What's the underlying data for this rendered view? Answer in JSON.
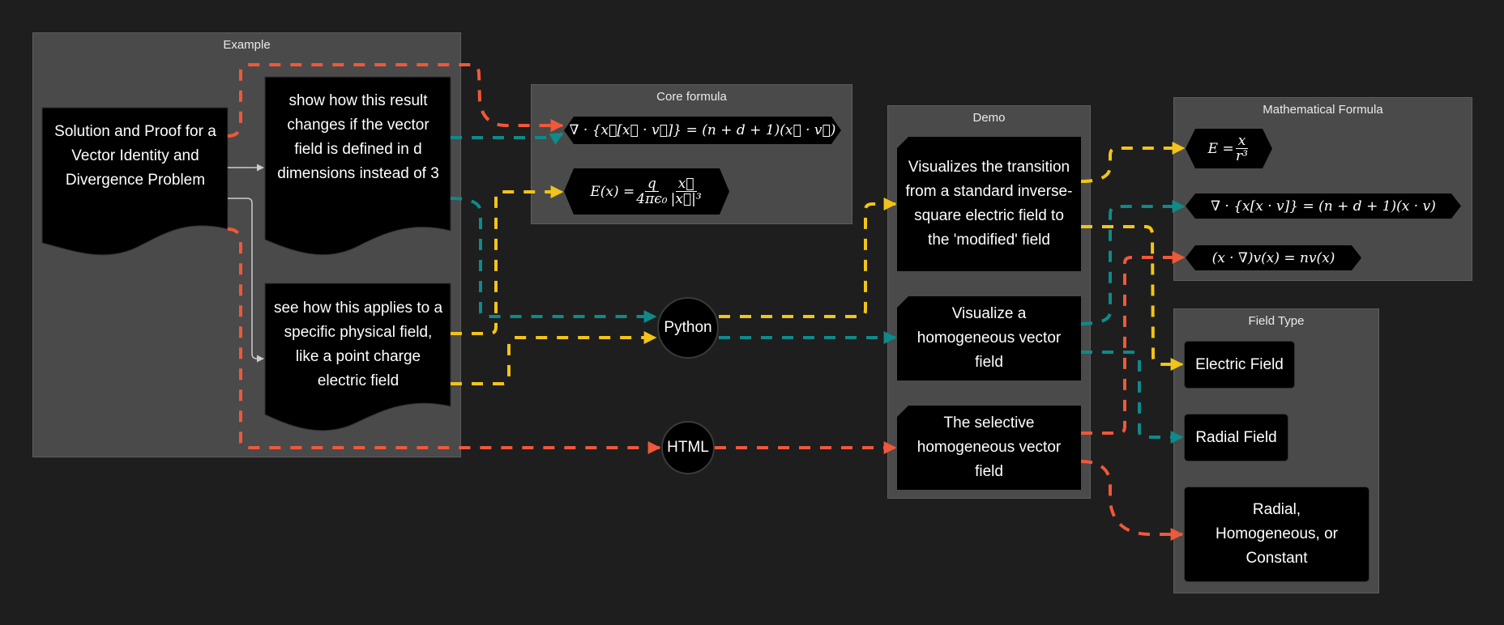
{
  "colors": {
    "background": "#1e1e1e",
    "group_fill": "#4a4a4a",
    "node_fill": "#000000",
    "edge_red": "#f0583a",
    "edge_teal": "#0f8a8a",
    "edge_yellow": "#f2c418",
    "edge_gray": "#cccccc"
  },
  "groups": {
    "example": {
      "title": "Example",
      "nodes": {
        "solution": "Solution and Proof for a Vector Identity and Divergence Problem",
        "show_how": "show how this result changes if the vector field is defined in d dimensions instead of 3",
        "see_how": "see how this applies to a specific physical field, like a point charge electric field"
      }
    },
    "core_formula": {
      "title": "Core formula",
      "formula_1": "∇ · {x⃗[x⃗ · v⃗]} = (n + d + 1)(x⃗ · v⃗)",
      "formula_2": {
        "lhs": "E(x) =",
        "frac1_num": "q",
        "frac1_den": "4πϵ₀",
        "frac2_num": "x⃗",
        "frac2_den": "|x⃗|³"
      }
    },
    "demo": {
      "title": "Demo",
      "nodes": {
        "transition": "Visualizes the transition from a standard inverse-square electric field to the 'modified' field",
        "homogeneous": "Visualize a homogeneous vector field",
        "selective": "The selective homogeneous vector field"
      }
    },
    "math_formula": {
      "title": "Mathematical Formula",
      "formula_1": {
        "lhs": "E =",
        "num": "x",
        "den": "r³"
      },
      "formula_2": "∇ · {x[x · v]} = (n + d + 1)(x · v)",
      "formula_3": "(x · ∇)v(x) = nv(x)"
    },
    "field_type": {
      "title": "Field Type",
      "nodes": {
        "electric": "Electric Field",
        "radial": "Radial Field",
        "rhc": "Radial, Homogeneous, or Constant"
      }
    }
  },
  "standalone_nodes": {
    "python": "Python",
    "html": "HTML"
  }
}
